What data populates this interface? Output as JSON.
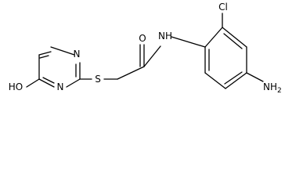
{
  "molecule": {
    "atoms": {
      "ring_n_top": "N",
      "ring_n_bottom": "N",
      "hydroxyl": "HO",
      "sulfur": "S",
      "carbonyl_o": "O",
      "amide_nh": "NH",
      "chloro": "Cl",
      "amino": "NH",
      "amino_subscript": "2"
    }
  }
}
